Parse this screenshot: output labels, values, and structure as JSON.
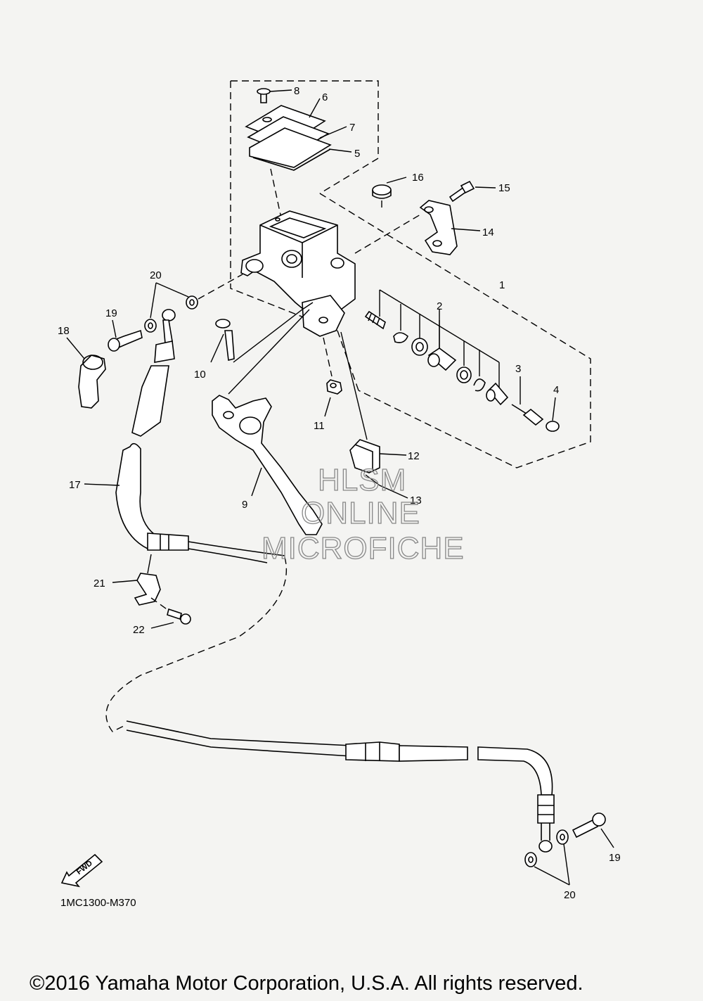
{
  "diagram": {
    "diagram_code": "1MC1300-M370",
    "copyright": "©2016 Yamaha Motor Corporation, U.S.A. All rights reserved.",
    "watermark": [
      "HLSM",
      "ONLINE",
      "MICROFICHE"
    ],
    "fwd_arrow_label": "FWD",
    "callouts": {
      "c1": "1",
      "c2": "2",
      "c3": "3",
      "c4": "4",
      "c5": "5",
      "c6": "6",
      "c7": "7",
      "c8": "8",
      "c9": "9",
      "c10": "10",
      "c11": "11",
      "c12": "12",
      "c13": "13",
      "c14": "14",
      "c15": "15",
      "c16": "16",
      "c17": "17",
      "c18": "18",
      "c19a": "19",
      "c19b": "19",
      "c20a": "20",
      "c20b": "20",
      "c21": "21",
      "c22": "22"
    }
  }
}
